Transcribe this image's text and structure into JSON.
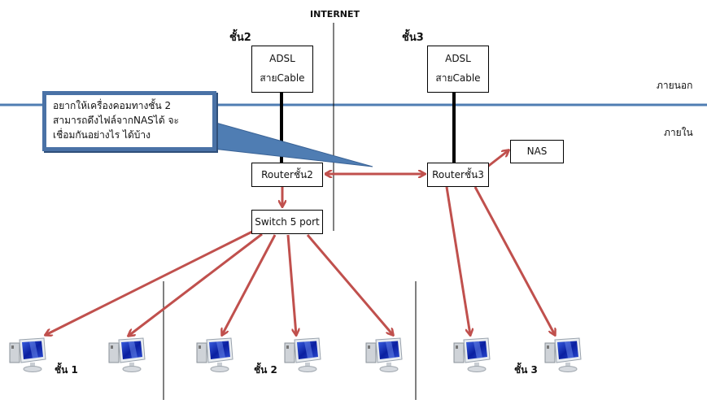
{
  "diagram": {
    "internet_label": "INTERNET",
    "zones": {
      "outside": "ภายนอก",
      "inside": "ภายใน"
    },
    "floor2": {
      "title": "ชั้น2",
      "modem": {
        "line1": "ADSL",
        "line2": "สายCable"
      },
      "router": "Routerชั้น2",
      "switch": "Switch 5 port"
    },
    "floor3": {
      "title": "ชั้น3",
      "modem": {
        "line1": "ADSL",
        "line2": "สายCable"
      },
      "router": "Routerชั้น3",
      "nas": "NAS"
    },
    "callout": {
      "line1": "อยากให้เครื่องคอมทางชั้น 2",
      "line2": "สามารถดึงไฟล์จากNASได้ จะ",
      "line3": "เชื่อมกันอย่างไร ได้บ้าง"
    },
    "floor_labels": [
      "ชั้น 1",
      "ชั้น 2",
      "ชั้น 3"
    ],
    "colors": {
      "divider_line": "#4f7db3",
      "arrow": "#c0504d",
      "callout_border": "#4a72a6",
      "cable": "#000000"
    }
  }
}
